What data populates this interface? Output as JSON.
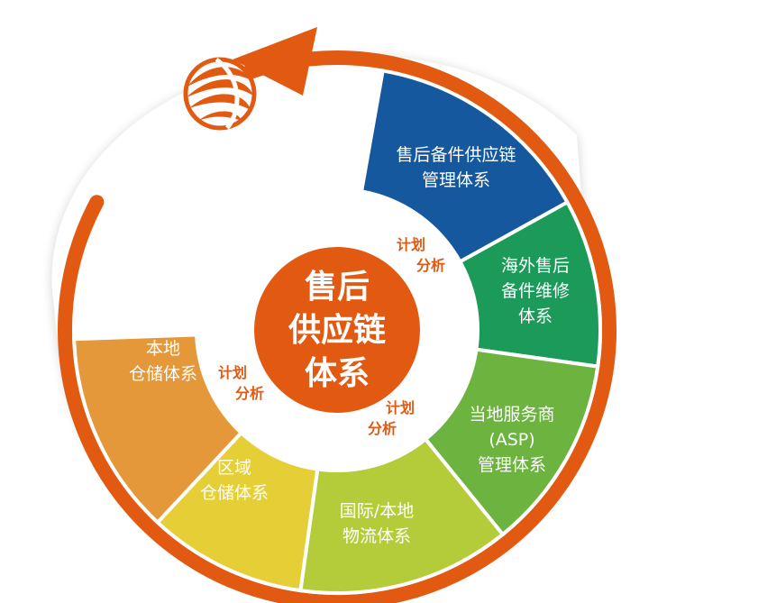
{
  "center": {
    "lines": [
      "售后",
      "供应链",
      "体系"
    ],
    "color": "#e25a12"
  },
  "ring_labels": [
    {
      "line1": "计划",
      "line2": "分析"
    },
    {
      "line1": "计划",
      "line2": "分析"
    },
    {
      "line1": "计划",
      "line2": "分析"
    }
  ],
  "segments": [
    {
      "id": "parts-supply-chain",
      "lines": [
        "售后备件供应链",
        "管理体系"
      ],
      "color": "#15589e"
    },
    {
      "id": "overseas-repair",
      "lines": [
        "海外售后",
        "备件维修",
        "体系"
      ],
      "color": "#1b9a5a"
    },
    {
      "id": "asp-management",
      "lines": [
        "当地服务商",
        "(ASP)",
        "管理体系"
      ],
      "color": "#6cb33f"
    },
    {
      "id": "logistics",
      "lines": [
        "国际/本地",
        "物流体系"
      ],
      "color": "#b5cc3a"
    },
    {
      "id": "regional-warehouse",
      "lines": [
        "区域",
        "仓储体系"
      ],
      "color": "#e6cf36"
    },
    {
      "id": "local-warehouse",
      "lines": [
        "本地",
        "仓储体系"
      ],
      "color": "#e4983a"
    }
  ],
  "colors": {
    "cycle_arrow": "#e25a12",
    "ring_text": "#e05a14",
    "background": "#ffffff"
  },
  "icons": [
    "cycle-arrow-icon",
    "globe-logo-icon"
  ]
}
